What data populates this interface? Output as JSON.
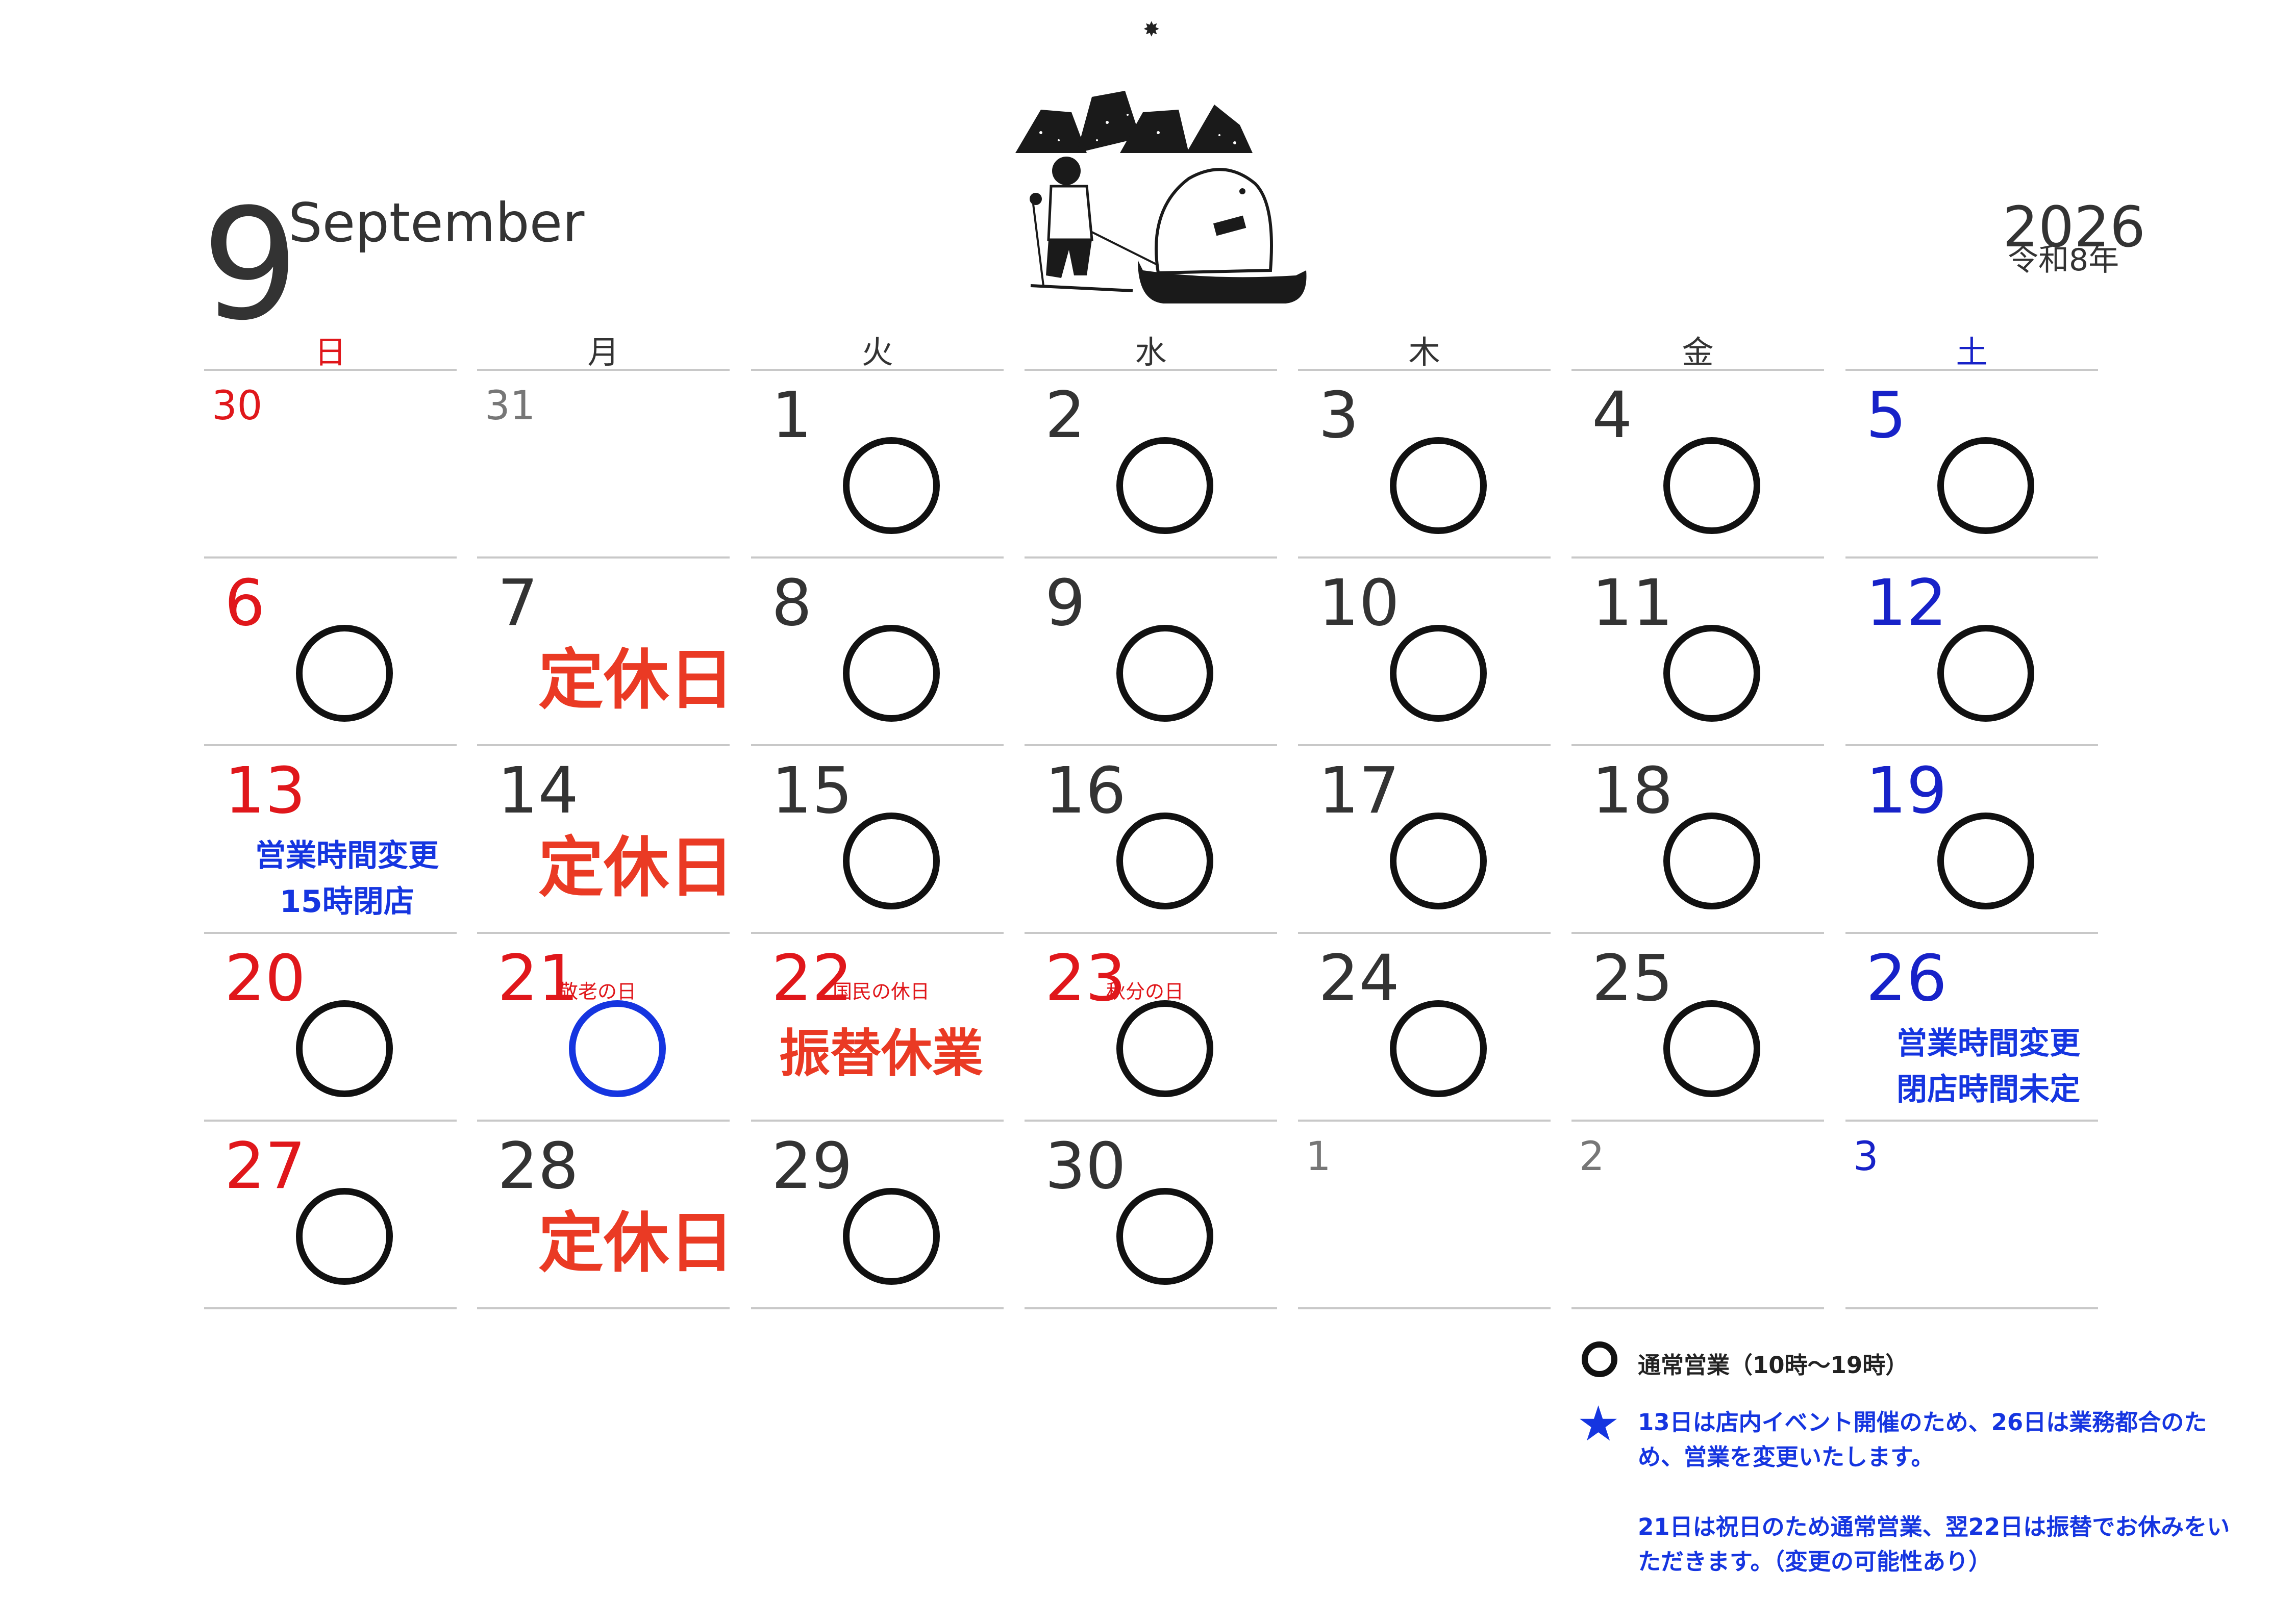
{
  "header": {
    "month_number": "9",
    "month_name": "September",
    "year": "2026",
    "era": "令和8年"
  },
  "weekdays": [
    {
      "label": "日",
      "color": "#e0171b"
    },
    {
      "label": "月",
      "color": "#333333"
    },
    {
      "label": "火",
      "color": "#333333"
    },
    {
      "label": "水",
      "color": "#333333"
    },
    {
      "label": "木",
      "color": "#333333"
    },
    {
      "label": "金",
      "color": "#333333"
    },
    {
      "label": "土",
      "color": "#1722c8"
    }
  ],
  "calendar": {
    "weeks": [
      [
        {
          "day": "30",
          "outside": true,
          "color": "red"
        },
        {
          "day": "31",
          "outside": true,
          "color": "gray"
        },
        {
          "day": "1",
          "mark": "open"
        },
        {
          "day": "2",
          "mark": "open"
        },
        {
          "day": "3",
          "mark": "open"
        },
        {
          "day": "4",
          "mark": "open"
        },
        {
          "day": "5",
          "color": "blue",
          "mark": "open"
        }
      ],
      [
        {
          "day": "6",
          "color": "red",
          "mark": "open"
        },
        {
          "day": "7",
          "closed_label": "定休日"
        },
        {
          "day": "8",
          "mark": "open"
        },
        {
          "day": "9",
          "mark": "open"
        },
        {
          "day": "10",
          "mark": "open"
        },
        {
          "day": "11",
          "mark": "open"
        },
        {
          "day": "12",
          "color": "blue",
          "mark": "open"
        }
      ],
      [
        {
          "day": "13",
          "color": "red",
          "note_lines": [
            "営業時間変更",
            "15時閉店"
          ]
        },
        {
          "day": "14",
          "closed_label": "定休日"
        },
        {
          "day": "15",
          "mark": "open"
        },
        {
          "day": "16",
          "mark": "open"
        },
        {
          "day": "17",
          "mark": "open"
        },
        {
          "day": "18",
          "mark": "open"
        },
        {
          "day": "19",
          "color": "blue",
          "mark": "open"
        }
      ],
      [
        {
          "day": "20",
          "color": "red",
          "mark": "open"
        },
        {
          "day": "21",
          "color": "red",
          "holiday": "敬老の日",
          "mark": "open-blue"
        },
        {
          "day": "22",
          "color": "red",
          "holiday": "国民の休日",
          "closed_label": "振替休業"
        },
        {
          "day": "23",
          "color": "red",
          "holiday": "秋分の日",
          "mark": "open"
        },
        {
          "day": "24",
          "mark": "open"
        },
        {
          "day": "25",
          "mark": "open"
        },
        {
          "day": "26",
          "color": "blue",
          "note_lines": [
            "営業時間変更",
            "閉店時間未定"
          ]
        }
      ],
      [
        {
          "day": "27",
          "color": "red",
          "mark": "open"
        },
        {
          "day": "28",
          "closed_label": "定休日"
        },
        {
          "day": "29",
          "mark": "open"
        },
        {
          "day": "30",
          "mark": "open"
        },
        {
          "day": "1",
          "outside": true,
          "color": "gray"
        },
        {
          "day": "2",
          "outside": true,
          "color": "gray"
        },
        {
          "day": "3",
          "outside": true,
          "color": "blue"
        }
      ]
    ]
  },
  "legend": {
    "open_icon": "circle-icon",
    "open_label": "通常営業（10時〜19時）",
    "star_icon": "star-icon",
    "note_1": "13日は店内イベント開催のため、26日は業務都合のため、営業を変更いたします。",
    "note_2": "21日は祝日のため通常営業、翌22日は振替でお休みをいただきます。（変更の可能性あり）"
  },
  "illustration": {
    "icon": "skier-pulling-sled-with-bear-illustration"
  },
  "colors": {
    "red": "#e0171b",
    "blue": "#1722c8",
    "closed_red": "#ea3a24",
    "note_blue": "#1535e0",
    "gray": "#777777"
  }
}
